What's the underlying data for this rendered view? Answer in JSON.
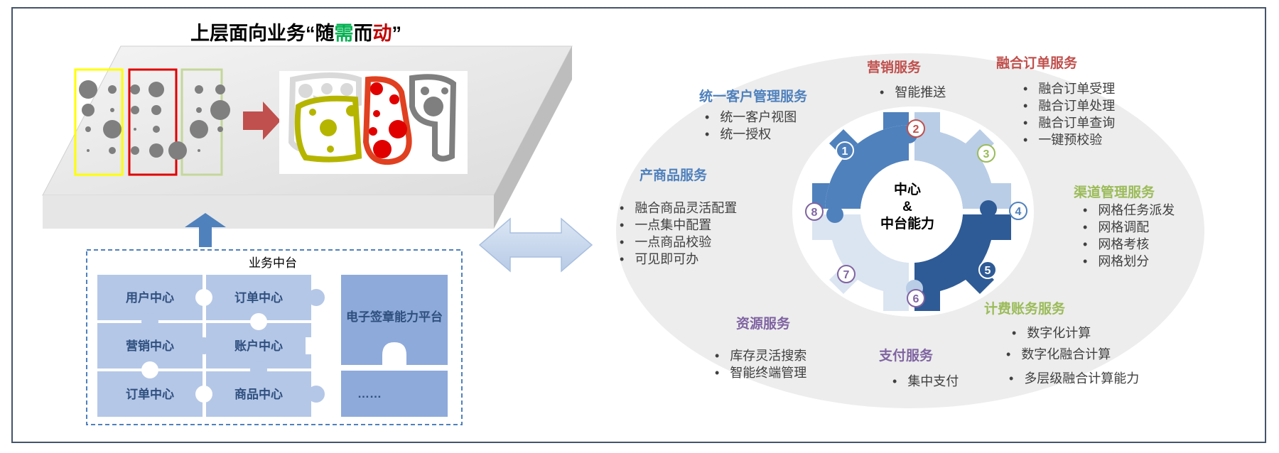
{
  "title": {
    "part1": "上层面向业务“随",
    "part2": "需",
    "part3": "而",
    "part4": "动",
    "part5": "”"
  },
  "middle_platform": {
    "label": "业务中台",
    "cells": [
      "用户中心",
      "订单中心",
      "营销中心",
      "账户中心",
      "订单中心",
      "商品中心"
    ],
    "esign": "电子签章能力平台",
    "more": "……"
  },
  "center": {
    "line1": "中心",
    "line2": "&",
    "line3": "中台能力"
  },
  "gear_numbers": [
    "1",
    "2",
    "3",
    "4",
    "5",
    "6",
    "7",
    "8"
  ],
  "services": [
    {
      "title": "营销服务",
      "color": "#c0504d",
      "items": [
        "智能推送"
      ]
    },
    {
      "title": "融合订单服务",
      "color": "#c0504d",
      "items": [
        "融合订单受理",
        "融合订单处理",
        "融合订单查询",
        "一键预校验"
      ]
    },
    {
      "title": "统一客户管理服务",
      "color": "#4f81bd",
      "items": [
        "统一客户视图",
        "统一授权"
      ]
    },
    {
      "title": "产商品服务",
      "color": "#4f81bd",
      "items": [
        "融合商品灵活配置",
        "一点集中配置",
        "一点商品校验",
        "可见即可办"
      ]
    },
    {
      "title": "渠道管理服务",
      "color": "#9bbb59",
      "items": [
        "网格任务派发",
        "网格调配",
        "网格考核",
        "网格划分"
      ]
    },
    {
      "title": "计费账务服务",
      "color": "#9bbb59",
      "items": [
        "数字化计算",
        "数字化融合计算",
        "多层级融合计算能力"
      ]
    },
    {
      "title": "资源服务",
      "color": "#8064a2",
      "items": [
        "库存灵活搜索",
        "智能终端管理"
      ]
    },
    {
      "title": "支付服务",
      "color": "#8064a2",
      "items": [
        "集中支付"
      ]
    }
  ],
  "colors": {
    "frame": "#44546a",
    "gear_blue": "#4f81bd",
    "gear_dark": "#2e5b96",
    "gear_light": "#b9cde6",
    "puzzle": "#b4c7e7",
    "puzzle_dark": "#8eaadb"
  }
}
